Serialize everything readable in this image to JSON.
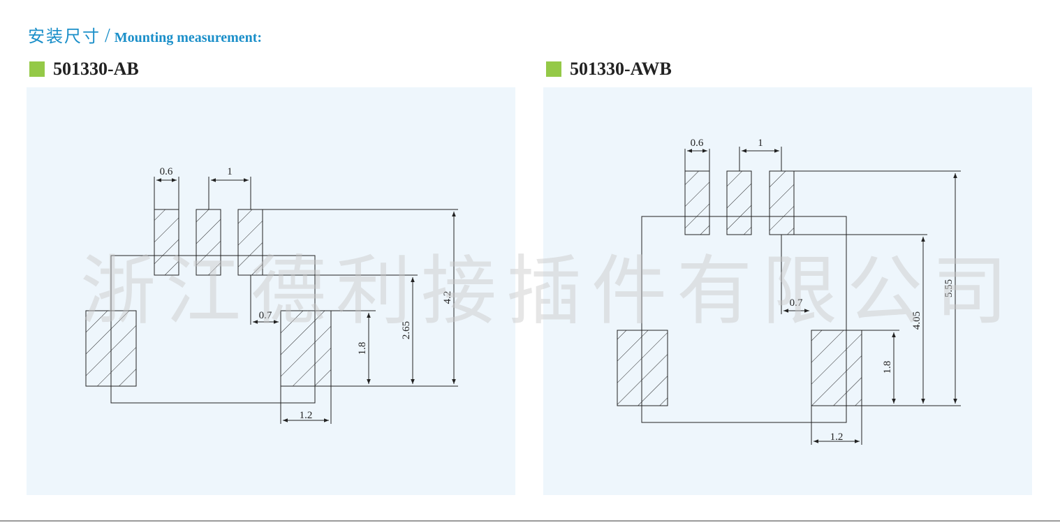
{
  "header": {
    "title_cn": "安装尺寸",
    "separator": "/",
    "title_en": "Mounting measurement:"
  },
  "colors": {
    "accent_blue": "#1b8fc9",
    "swatch_green": "#94c947",
    "panel_bg": "#eef6fc"
  },
  "watermark": "浙江德利接插件有限公司",
  "diagrams": [
    {
      "part_number": "501330-AB",
      "dims": {
        "pin_width": "0.6",
        "pitch": "1",
        "gap": "0.7",
        "pad_height": "1.8",
        "total_a": "2.65",
        "total_b": "4.2",
        "pad_width": "1.2"
      }
    },
    {
      "part_number": "501330-AWB",
      "dims": {
        "pin_width": "0.6",
        "pitch": "1",
        "gap": "0.7",
        "pad_height": "1.8",
        "total_a": "4.05",
        "total_b": "5.55",
        "pad_width": "1.2"
      }
    }
  ]
}
